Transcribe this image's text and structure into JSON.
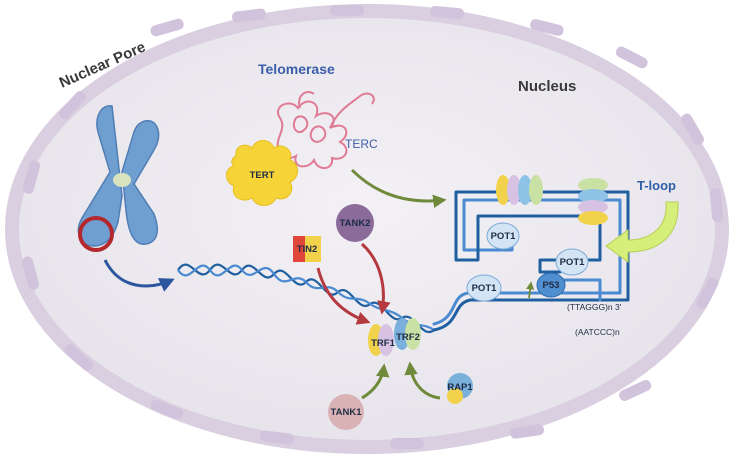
{
  "labels": {
    "nuclear_pore": "Nuclear Pore",
    "telomerase": "Telomerase",
    "nucleus": "Nucleus",
    "terc": "TERC",
    "tert": "TERT",
    "tank2": "TANK2",
    "tin2": "TIN2",
    "trf1": "TRF1",
    "trf2": "TRF2",
    "tank1": "TANK1",
    "rap1": "RAP1",
    "pot1_a": "POT1",
    "pot1_b": "POT1",
    "pot1_c": "POT1",
    "p53": "P53",
    "t_loop": "T-loop",
    "seq_top": "(TTAGGG)n 3'",
    "seq_bottom": "(AATCCC)n"
  },
  "colors": {
    "nucleus_fill": "#ece9ee",
    "nucleus_border": "#d9cfe0",
    "pore": "#d2c3dc",
    "chromosome": "#6f9fd0",
    "dna": "#1f5fa0",
    "tert": "#f6d437",
    "terc": "#e07b95",
    "tank2": "#8a6b99",
    "tin2_left": "#e0463a",
    "tin2_right": "#f2d24a",
    "trf1": "#f2d24a",
    "trf2": "#7ab0db",
    "tank1": "#d9b2b6",
    "rap1": "#7ab0db",
    "pot1": "#d3e5f5",
    "p53": "#4f8fcf",
    "arrow_blue": "#2d56a0",
    "arrow_green": "#6f8a3a",
    "arrow_red": "#b53a40",
    "tloop_arrow": "#d6ee7a"
  }
}
